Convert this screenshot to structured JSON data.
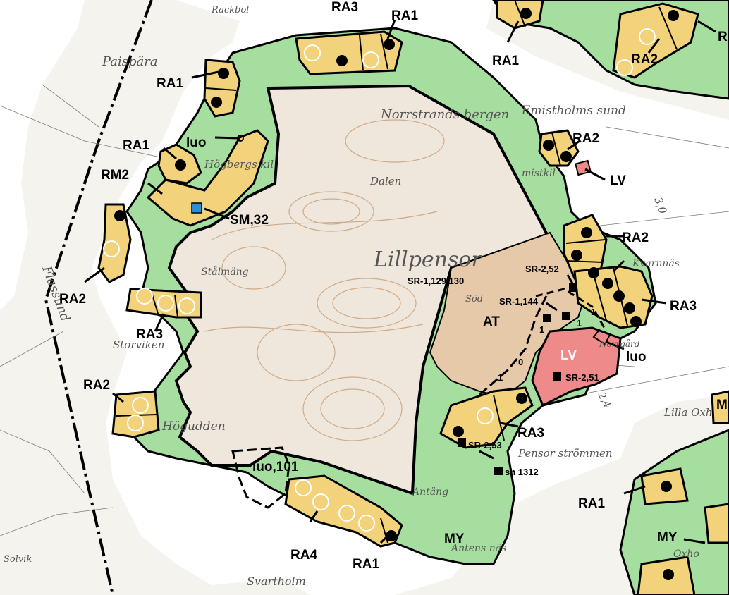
{
  "map": {
    "colors": {
      "background": "#f5f3ee",
      "water": "#ffffff",
      "green_area": "#a6dea0",
      "residential": "#f2d27a",
      "holiday_center": "#e6c9a8",
      "industrial": "#ef8a8a",
      "protected_core": "#efe7dc",
      "topo_lines": "#c9a07a",
      "outline": "#000000",
      "site_marker": "#2a8fd6"
    },
    "zones": {
      "ra1": "RA1",
      "ra2": "RA2",
      "ra3": "RA3",
      "ra4": "RA4",
      "ra_top": "RA3",
      "rm2": "RM2",
      "lv": "LV",
      "at": "AT",
      "my": "MY",
      "luo": "luo",
      "luo101": "luo,101",
      "r_edge": "R",
      "m_edge": "M"
    },
    "markers": {
      "sm32": "SM,32",
      "sr1_129_130": "SR-1,129,130",
      "sr1_144": "SR-1,144",
      "sr2_52": "SR-2,52",
      "sr2_51": "SR-2,51",
      "sr2_53": "SR-2,53",
      "sh1312": "sh 1312"
    },
    "numbers": {
      "one": "1",
      "zero": "0"
    },
    "place_names": {
      "paispara": "Paispära",
      "norrstrands": "Norrstrands bergen",
      "emistholms": "Emistholms sund",
      "hogbergs": "Högbergs kil",
      "dalen": "Dalen",
      "lillpens": "Lillpensor",
      "stormang": "Stålmäng",
      "storviken": "Storviken",
      "flassund": "Flassund",
      "hogudden": "Högudden",
      "antang": "Antäng",
      "antens": "Antens näs",
      "svartholm": "Svartholm",
      "solvik": "Solvik",
      "pensor_strommen": "Pensor strömmen",
      "lilla_ox": "Lilla Oxh",
      "oxho": "Oxho",
      "kvarnnas": "Kvarnnäs",
      "mistkil": "mistkil",
      "rackbol": "Rackbol",
      "sodertorp": "Söd",
      "nygard": "Norrgård",
      "c30": "3,0",
      "c24": "2,4"
    }
  }
}
